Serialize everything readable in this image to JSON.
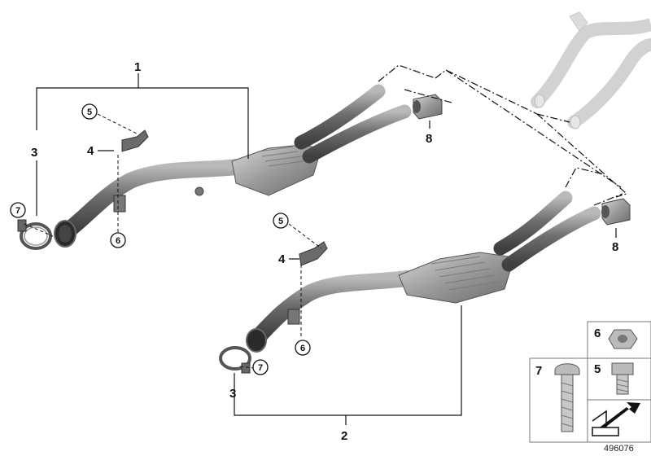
{
  "diagram": {
    "parts": {
      "p1": "1",
      "p2": "2",
      "p3a": "3",
      "p3b": "3",
      "p4a": "4",
      "p4b": "4",
      "p5a": "5",
      "p5b": "5",
      "p6a": "6",
      "p6b": "6",
      "p7a": "7",
      "p7b": "7",
      "p8a": "8",
      "p8b": "8"
    },
    "legend": {
      "item6": "6",
      "item7": "7",
      "item5": "5"
    },
    "image_code": "496076"
  },
  "colors": {
    "pipe_dark": "#5f5f5f",
    "pipe_light": "#9a9a9a",
    "ghost_pipe": "#d8d8d8",
    "line": "#111111"
  }
}
